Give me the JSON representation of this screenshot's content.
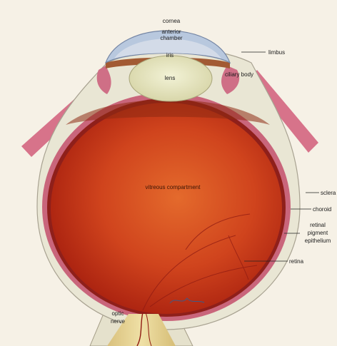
{
  "labels": {
    "cornea": "cornea",
    "anterior_chamber": "anterior chamber",
    "iris": "iris",
    "lens": "lens",
    "limbus": "limbus",
    "ciliary_body": "ciliary body",
    "vitreous_compartment": "vitreous compartment",
    "sclera": "sclera",
    "choroid": "choroid",
    "retinal_pigment_epithelium": "retinal pigment epithelium",
    "retina": "retina",
    "optic_nerve": "optic nerve"
  },
  "colors": {
    "background": "#f6f1e6",
    "sclera_fill": "#e9e6d4",
    "choroid": "#c9657b",
    "vitreous": "#c63a1e",
    "lens": "#e6e6c4",
    "cornea": "#b8c8de",
    "optic_nerve": "#e2d08e"
  }
}
